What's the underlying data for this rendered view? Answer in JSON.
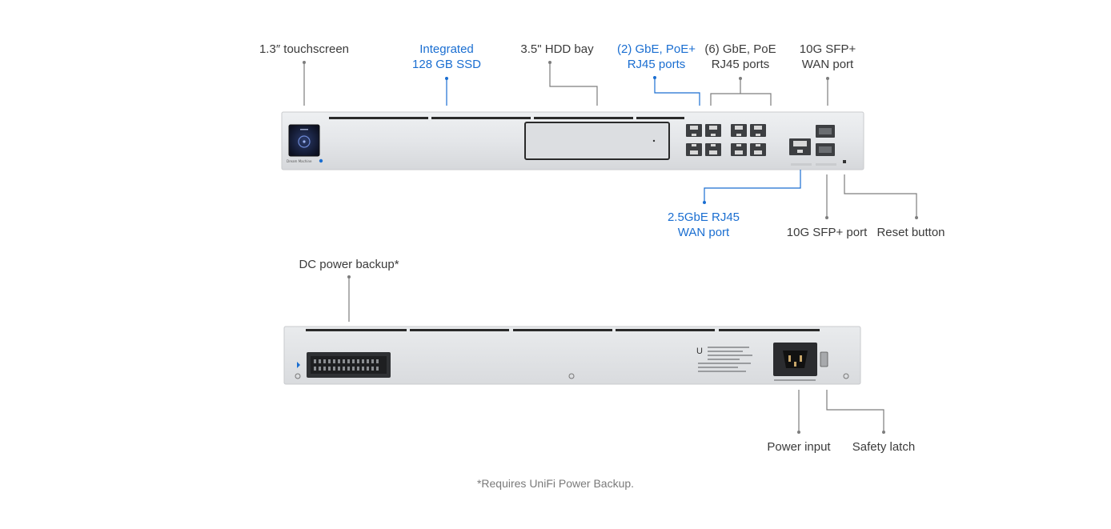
{
  "labels": {
    "touchscreen": "1.3″ touchscreen",
    "ssd_line1": "Integrated",
    "ssd_line2": "128 GB SSD",
    "hdd_bay": "3.5\" HDD bay",
    "poe_plus_line1": "(2) GbE, PoE+",
    "poe_plus_line2": "RJ45 ports",
    "poe_line1": "(6) GbE, PoE",
    "poe_line2": "RJ45 ports",
    "sfp_wan_line1": "10G SFP+",
    "sfp_wan_line2": "WAN port",
    "wan25_line1": "2.5GbE RJ45",
    "wan25_line2": "WAN port",
    "sfp_port": "10G SFP+ port",
    "reset_button": "Reset button",
    "dc_power_backup": "DC power backup*",
    "power_input": "Power input",
    "safety_latch": "Safety latch"
  },
  "footnote": "*Requires UniFi Power Backup.",
  "device_front": {
    "model_text": "Dream Machine"
  },
  "colors": {
    "accent": "#1a6ed1",
    "text": "#3b3b3b",
    "chassis": "#e6e7e9",
    "leader_line": "#7d7d7d"
  }
}
